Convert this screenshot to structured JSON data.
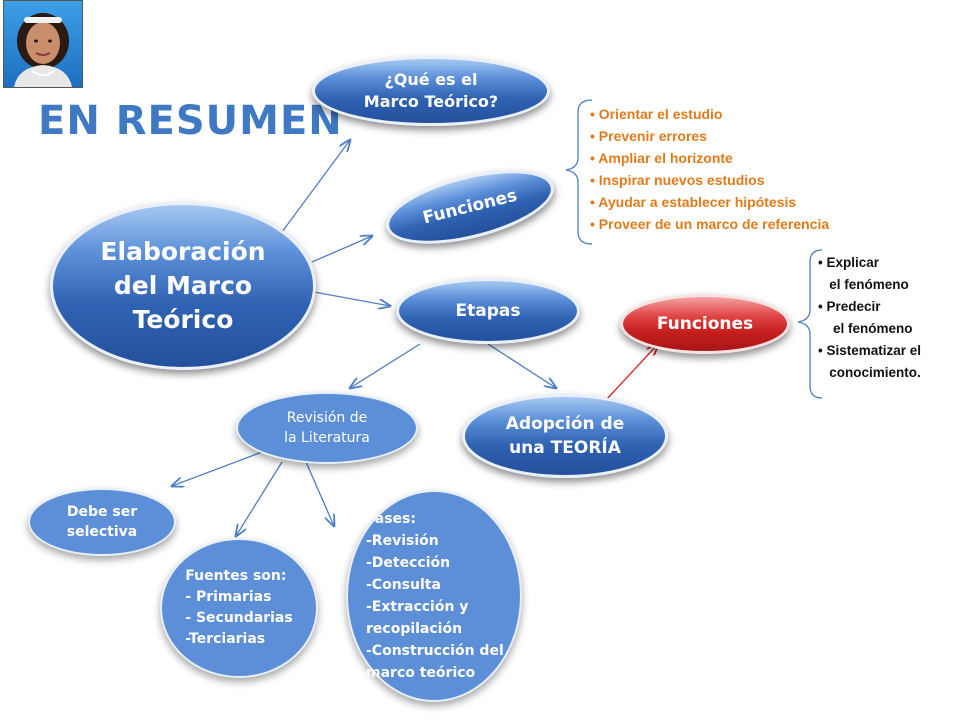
{
  "title": "EN RESUMEN",
  "nodes": {
    "main": "Elaboración\ndel Marco\nTeórico",
    "que_es": "¿Qué es el\nMarco Teórico?",
    "funciones": "Funciones",
    "etapas": "Etapas",
    "funciones_red": "Funciones",
    "revision": "Revisión de\nla Literatura",
    "adopcion": "Adopción de\nuna TEORÍA",
    "selectiva": "Debe ser\nselectiva",
    "fuentes": "Fuentes son:\n- Primarias\n- Secundarias\n-Terciarias",
    "fases": "Fases:\n-Revisión\n-Detección\n-Consulta\n-Extracción y\nrecopilación\n-Construcción del\nmarco teórico"
  },
  "funciones_list": [
    "• Orientar el estudio",
    "• Prevenir errores",
    "• Ampliar el horizonte",
    "• Inspirar nuevos estudios",
    "• Ayudar a establecer hipótesis",
    "• Proveer de un marco de referencia"
  ],
  "teoria_list": [
    "• Explicar",
    "   el fenómeno",
    "• Predecir",
    "    el fenómeno",
    "• Sistematizar el",
    "   conocimiento."
  ],
  "colors": {
    "title": "#3f79c4",
    "arrow_blue": "#4f7fc5",
    "arrow_red": "#d02020",
    "list_orange": "#e07b1a"
  }
}
